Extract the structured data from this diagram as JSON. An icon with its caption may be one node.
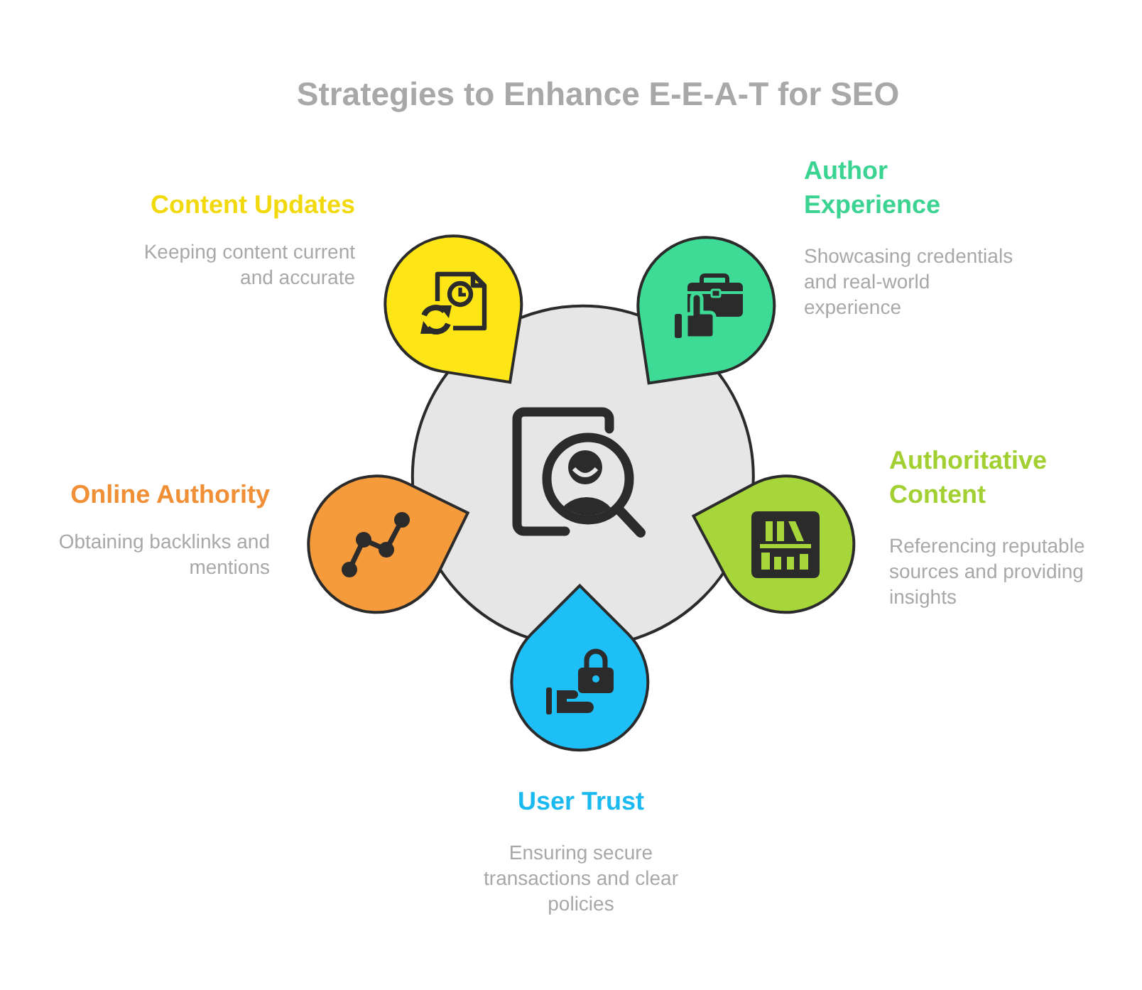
{
  "diagram": {
    "title": "Strategies to Enhance E-E-A-T for SEO",
    "nodes": [
      {
        "text": [],
        "shape": "circle"
      },
      {
        "text": [
          "Content Updates",
          "Keeping content current and accurate"
        ]
      },
      {
        "text": [
          "Author Experience",
          "Showcasing credentials and real-world experience"
        ]
      },
      {
        "text": [
          "Authoritative Content",
          "Referencing reputable sources and providing insights"
        ]
      },
      {
        "text": [
          "User Trust",
          "Ensuring secure transactions and clear policies"
        ]
      },
      {
        "text": [
          "Online Authority",
          "Obtaining backlinks and mentions"
        ]
      }
    ]
  }
}
